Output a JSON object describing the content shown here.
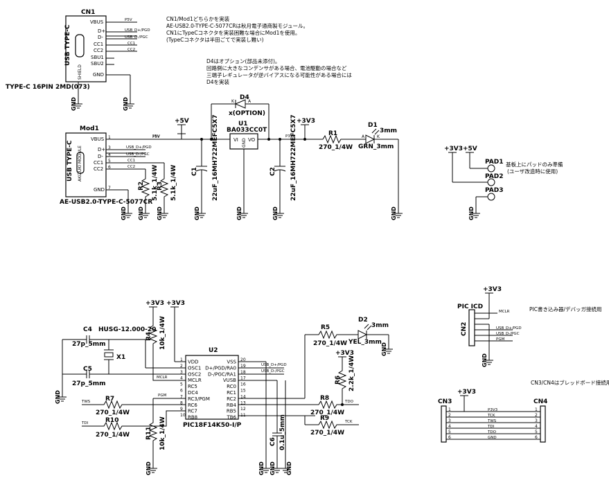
{
  "cn1": {
    "ref": "CN1",
    "body": "USB TYPE-C",
    "shield": "SHIELD",
    "footprint": "TYPE-C 16PIN 2MD(073)",
    "pins": [
      "VBUS",
      "D+",
      "D-",
      "CC1",
      "CC2",
      "SBU1",
      "SBU2",
      "GND"
    ],
    "nets": [
      "P5V",
      "USB_D+/PGD",
      "USB_D-/PGC",
      "CC1",
      "CC2"
    ]
  },
  "notes": {
    "cn_select": [
      "CN1/Mod1どちらかを実装",
      "AE-USB2.0-TYPE-C-5077CRは秋月電子通商製モジュール。",
      "CN1にTypeCコネクタを実装困難な場合にMod1を使用。",
      "(TypeCコネクタは半田ごてで実装し難い)"
    ],
    "d4": [
      "D4はオプション(部品未添付)。",
      "回路側に大きなコンデンサがある場合、電池駆動の場合など",
      "三端子レギュレータが逆バイアスになる可能性がある場合には",
      "D4を実装"
    ],
    "pads": [
      "基板上にパッドのみ準備",
      "(ユーザ改造時に使用)"
    ],
    "icd": "PIC書き込み器/デバッガ接続用",
    "breadboard": "CN3/CN4はブレッドボード接続用"
  },
  "mod1": {
    "ref": "Mod1",
    "body": "USB TYPE-C",
    "sub": "AKIZUKI MODULE",
    "part": "AE-USB2.0-TYPE-C-5077CR",
    "pins": [
      "VBUS",
      "D+",
      "D-",
      "CC1",
      "CC2",
      "GND"
    ],
    "pin_numbers": [
      "1",
      "3",
      "4",
      "5",
      "6",
      "7"
    ],
    "nets": [
      "P5V",
      "USB_D+/PGD",
      "USB_D-/PGC",
      "CC1",
      "CC2"
    ]
  },
  "power": {
    "p5v": "+5V",
    "p3v3": "+3V3",
    "gnd": "GND",
    "net_p5v": "P5V",
    "net_p3v3": "P3V3"
  },
  "r2": {
    "ref": "R2",
    "value": "5.1k_1/4W"
  },
  "r3": {
    "ref": "R3",
    "value": "5.1k_1/4W"
  },
  "c1": {
    "ref": "C1",
    "value": "22uF_16MH722MEFC5X7"
  },
  "c2": {
    "ref": "C2",
    "value": "22uF_16MH722MEFC5X7"
  },
  "d4": {
    "ref": "D4",
    "value": "x(OPTION)",
    "k": "K",
    "a": "A"
  },
  "u1": {
    "ref": "U1",
    "part": "BA033CC0T",
    "vi": "VI",
    "vo": "VO",
    "gnd": "GND"
  },
  "r1": {
    "ref": "R1",
    "value": "270_1/4W"
  },
  "d1": {
    "ref": "D1",
    "value": "GRN_3mm",
    "size": "3mm",
    "a": "A",
    "k": "K"
  },
  "pads": [
    "PAD1",
    "PAD2",
    "PAD3"
  ],
  "u2": {
    "ref": "U2",
    "part": "PIC18F14K50-I/P",
    "left_pins": [
      "VDD",
      "OSC1",
      "OSC2",
      "MCLR",
      "RC5",
      "DC4",
      "RC3/PGM",
      "RC6",
      "RC7",
      "RB8"
    ],
    "left_numbers": [
      "1",
      "2",
      "3",
      "4",
      "5",
      "6",
      "7",
      "8",
      "9",
      "10"
    ],
    "right_pins": [
      "VSS",
      "D+/PGD/RA0",
      "D-/PGC/RA1",
      "VUSB",
      "RC0",
      "RC1",
      "RC2",
      "RB4",
      "RB5",
      "TB6"
    ],
    "right_numbers": [
      "20",
      "19",
      "18",
      "17",
      "16",
      "15",
      "14",
      "13",
      "12",
      "11"
    ]
  },
  "c4": {
    "ref": "C4",
    "value": "27p_5mm"
  },
  "c5": {
    "ref": "C5",
    "value": "27p_5mm"
  },
  "x1": {
    "ref": "X1",
    "value": "HUSG-12.000-20"
  },
  "r4": {
    "ref": "R4",
    "value": "10k_1/4W"
  },
  "r11": {
    "ref": "R11",
    "value": "10k_1/4W"
  },
  "r7": {
    "ref": "R7",
    "value": "270_1/4W"
  },
  "r10": {
    "ref": "R10",
    "value": "270_1/4W"
  },
  "c6": {
    "ref": "C6",
    "value": "0.1u_5mm"
  },
  "r5": {
    "ref": "R5",
    "value": "270_1/4W"
  },
  "d2": {
    "ref": "D2",
    "value": "YEL_3mm",
    "size": "3mm"
  },
  "r6": {
    "ref": "R6",
    "value": "2.2k_1/4W"
  },
  "r8": {
    "ref": "R8",
    "value": "270_1/4W"
  },
  "r9": {
    "ref": "R9",
    "value": "270_1/4W"
  },
  "nets_u2": {
    "mclr": "MCLR",
    "pgm": "PGM",
    "tws": "TWS",
    "tdi": "TDI",
    "tdo": "TDO",
    "tck": "TCK",
    "usb_dp": "USB_D+/PGD",
    "usb_dm": "USB_D-/PGC"
  },
  "cn2": {
    "ref": "CN2",
    "title": "PIC ICD",
    "nets": [
      "MCLR",
      "",
      "",
      "USB_D+/PGD",
      "USB_D-/PGC",
      "PGM"
    ]
  },
  "cn3": {
    "ref": "CN3",
    "nets": [
      "P3V3",
      "TCK",
      "TWS",
      "TDI",
      "TDO",
      "GND"
    ],
    "pins": [
      "1",
      "2",
      "3",
      "4",
      "5",
      "6"
    ]
  },
  "cn4": {
    "ref": "CN4"
  }
}
